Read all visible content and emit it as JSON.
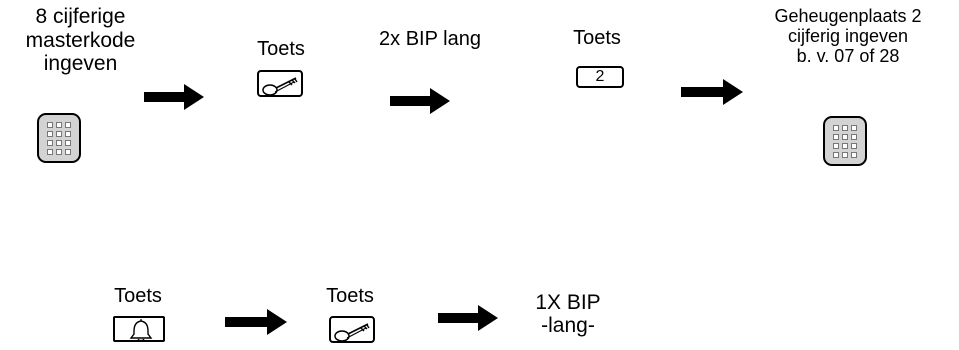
{
  "top_row": {
    "step_one_text": "8 cijferige\nmasterkode\ningeven",
    "key_label": "Toets",
    "beep_text": "2x BIP  lang",
    "two_label": "Toets",
    "two_button_text": "2",
    "memory_text": "Geheugenplaats 2\ncijferig ingeven\nb. v. 07 of 28"
  },
  "bottom_row": {
    "bell_label": "Toets",
    "key_label": "Toets",
    "result_text": "1X BIP\n-lang-"
  },
  "icons": {
    "keypad": "keypad-icon",
    "key": "key-icon",
    "bell": "bell-icon",
    "arrow": "right-arrow-icon"
  },
  "colors": {
    "keypad_fill": "#d3d3d3",
    "line": "#000000",
    "background": "#ffffff"
  }
}
